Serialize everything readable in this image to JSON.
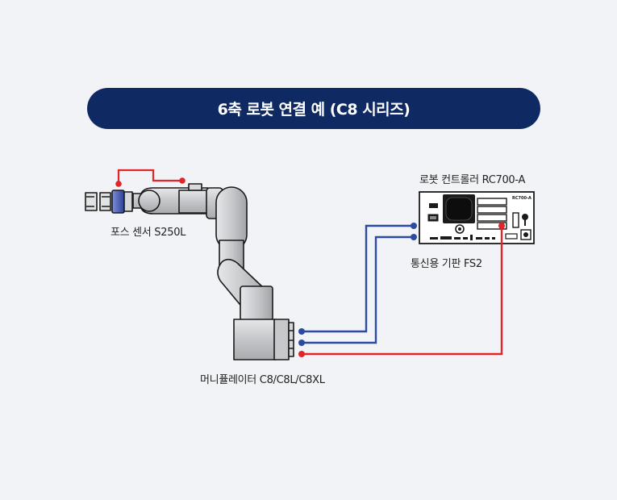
{
  "title": "6축 로봇 연결 예 (C8 시리즈)",
  "labels": {
    "force_sensor": "포스 센서 S250L",
    "manipulator": "머니퓰레이터 C8/C8L/C8XL",
    "controller": "로봇 컨트롤러 RC700-A",
    "board": "통신용 기판 FS2",
    "controller_plate": "RC700-A"
  },
  "colors": {
    "banner": "#0f2a63",
    "signal_blue": "#2b4aa0",
    "signal_red": "#e0262b",
    "robot_body": "#c9cbce",
    "background": "#f1f3f6"
  }
}
